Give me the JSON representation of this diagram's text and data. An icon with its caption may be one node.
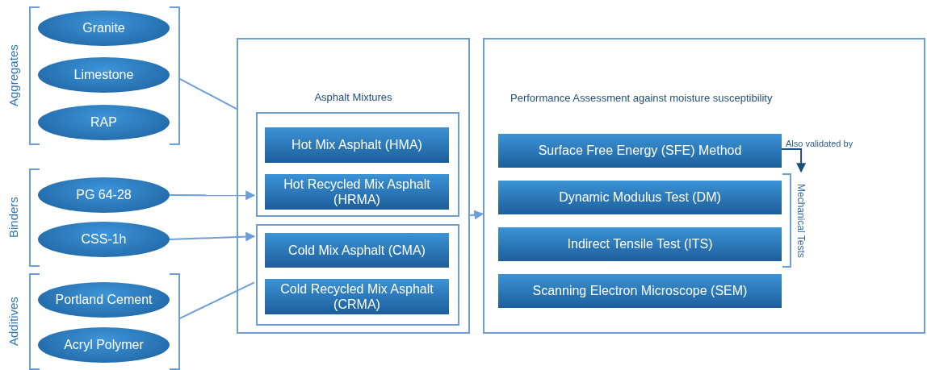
{
  "diagram": {
    "nodes": [
      {
        "text": [
          "Aggregates"
        ]
      },
      {
        "text": [
          "Granite"
        ],
        "in": 0
      },
      {
        "text": [
          "Limestone"
        ],
        "in": 0
      },
      {
        "text": [
          "RAP"
        ],
        "in": 0
      },
      {
        "text": [
          "Binders"
        ]
      },
      {
        "text": [
          "PG 64-28"
        ],
        "in": 4
      },
      {
        "text": [
          "CSS-1h"
        ],
        "in": 4
      },
      {
        "text": [
          "Additives"
        ]
      },
      {
        "text": [
          "Portland Cement"
        ],
        "in": 7
      },
      {
        "text": [
          "Acryl Polymer"
        ],
        "in": 7
      },
      {
        "text": [
          "Asphalt Mixtures"
        ]
      },
      {
        "text": [],
        "shape": "box",
        "in": 10
      },
      {
        "text": [
          "Hot Mix Asphalt (HMA)"
        ],
        "in": 11
      },
      {
        "text": [
          "Hot Recycled Mix Asphalt (HRMA)"
        ],
        "in": 11
      },
      {
        "text": [],
        "shape": "box",
        "in": 10
      },
      {
        "text": [
          "Cold Mix Asphalt (CMA)"
        ],
        "in": 14
      },
      {
        "text": [
          "Cold Recycled Mix Asphalt (CRMA)"
        ],
        "in": 14
      },
      {
        "text": [
          "Performance Assessment against moisture susceptibility"
        ]
      },
      {
        "text": [
          "Surface Free Energy (SFE) Method"
        ],
        "in": 17
      },
      {
        "text": [
          "Mechanical Tests"
        ],
        "in": 17
      },
      {
        "text": [
          "Dynamic Modulus Test (DM)"
        ],
        "in": 19
      },
      {
        "text": [
          "Indirect Tensile Test (ITS)"
        ],
        "in": 19
      },
      {
        "text": [
          "Scanning Electron Microscope (SEM)"
        ],
        "in": 17
      }
    ],
    "edges": [
      {
        "from": 0,
        "to": 10,
        "arrow": "none"
      },
      {
        "from": 5,
        "to": 11,
        "arrow": "to"
      },
      {
        "from": 6,
        "to": 14,
        "arrow": "to"
      },
      {
        "from": 7,
        "to": 14,
        "arrow": "none"
      },
      {
        "from": 10,
        "to": 17,
        "arrow": "to"
      },
      {
        "from": 18,
        "to": 19,
        "arrow": "to",
        "label": "Also validated by",
        "color": "#1f4e79"
      }
    ]
  }
}
